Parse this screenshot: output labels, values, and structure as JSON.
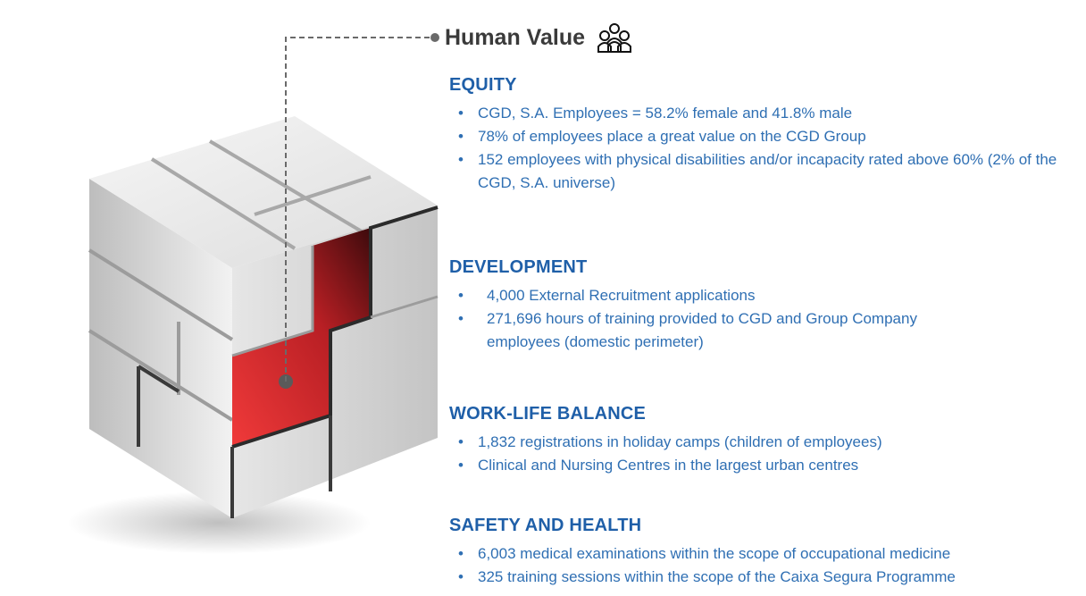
{
  "heading": {
    "title": "Human Value",
    "icon": "people-group-icon"
  },
  "colors": {
    "section_title": "#1f5fa8",
    "bullet_text": "#2f6fb3",
    "heading_text": "#3a3a3a",
    "accent_red": "#d8262b"
  },
  "sections": [
    {
      "title": "EQUITY",
      "items": [
        "CGD, S.A. Employees = 58.2% female and 41.8% male",
        "78% of employees place a great value on the CGD Group",
        "152 employees with physical disabilities and/or incapacity rated above 60% (2% of the CGD, S.A. universe)"
      ]
    },
    {
      "title": "DEVELOPMENT",
      "items": [
        "4,000 External Recruitment applications",
        "271,696 hours of training provided to CGD and Group Company employees (domestic perimeter)"
      ]
    },
    {
      "title": "WORK-LIFE BALANCE",
      "items": [
        "1,832 registrations in holiday camps (children of employees)",
        "Clinical and Nursing Centres in the largest urban centres"
      ]
    },
    {
      "title": "SAFETY AND HEALTH",
      "items": [
        "6,003 medical examinations within the scope of occupational medicine",
        "325 training sessions within the scope of the Caixa Segura Programme"
      ]
    }
  ]
}
